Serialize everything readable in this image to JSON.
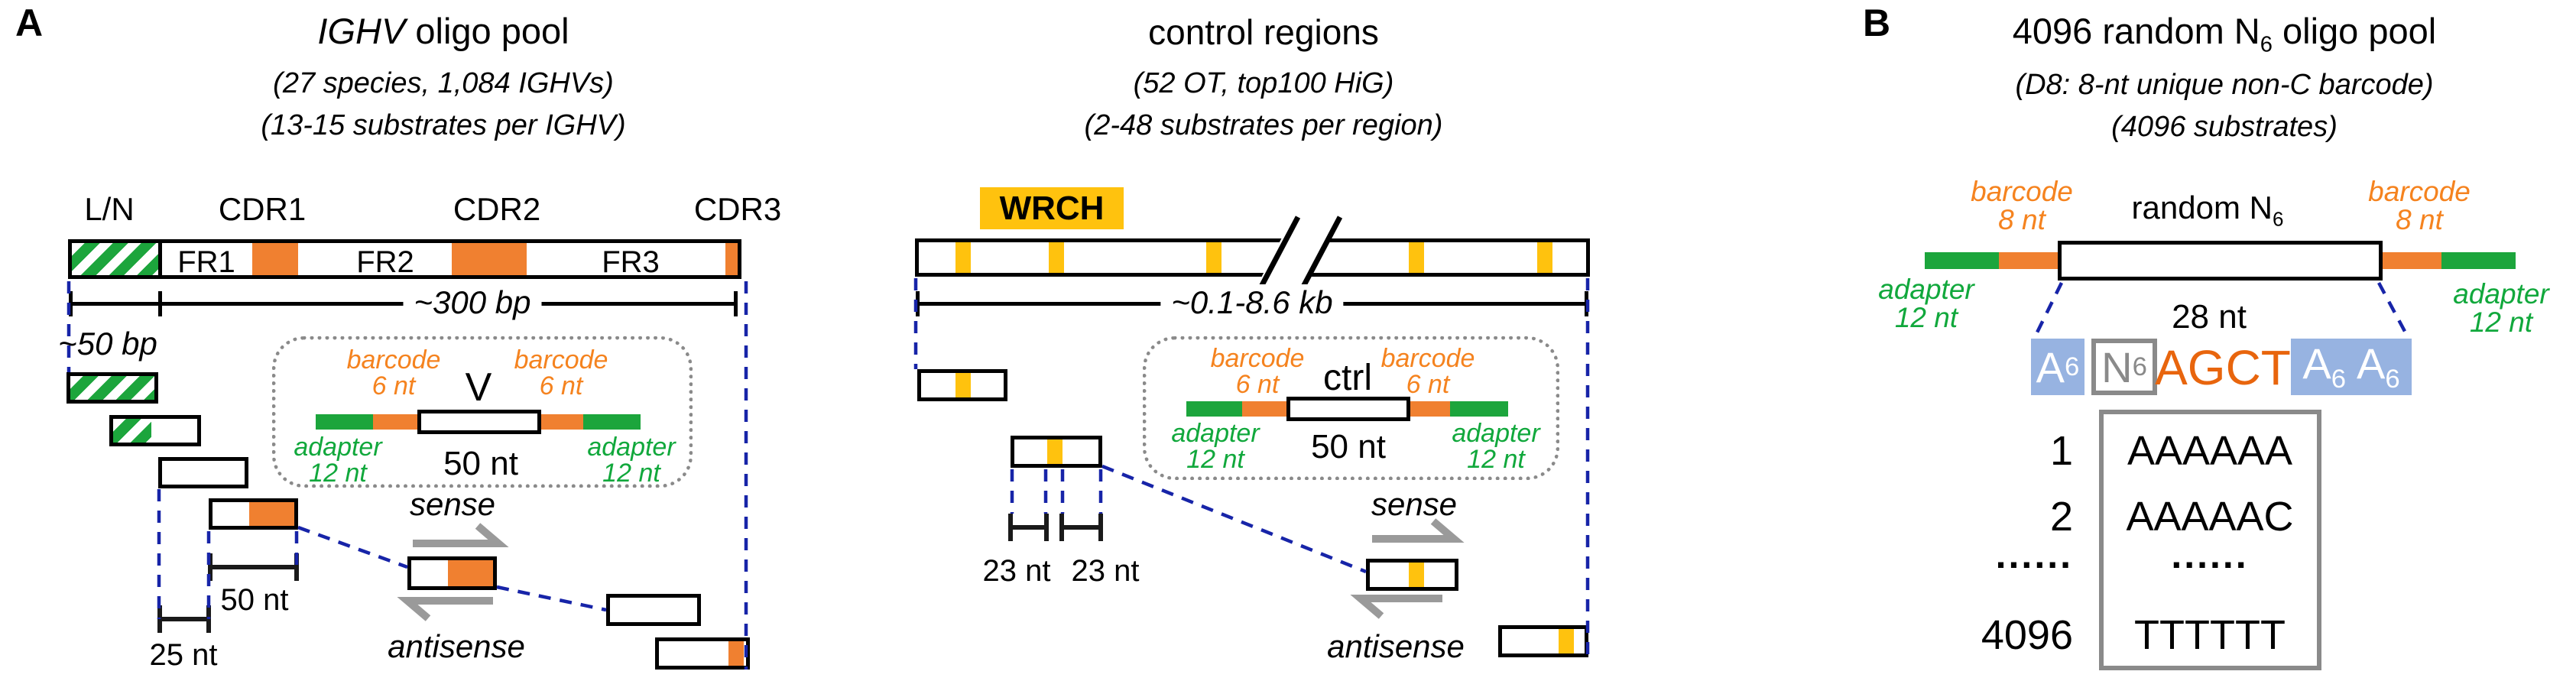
{
  "colors": {
    "orange_block": "#f08030",
    "orange_text": "#f5831f",
    "agct_orange": "#e8650d",
    "green": "#1ca53c",
    "green_text": "#11a83c",
    "gold": "#ffc20e",
    "dash_blue": "#1724a8",
    "seq_blue": "#97b3e1",
    "gray": "#8a8a8a"
  },
  "panelA": {
    "label": "A",
    "title_italic": "IGHV",
    "title_rest": " oligo pool",
    "subtitle1": "(27 species, 1,084 IGHVs)",
    "subtitle2": "(13-15 substrates per IGHV)",
    "region_labels": {
      "ln": "L/N",
      "cdr1": "CDR1",
      "cdr2": "CDR2",
      "cdr3": "CDR3"
    },
    "fr1": "FR1",
    "fr2": "FR2",
    "fr3": "FR3",
    "scale300": "~300 bp",
    "scale50": "~50 bp",
    "len50": "50 nt",
    "len25": "25 nt",
    "sense": "sense",
    "antisense": "antisense",
    "inset": {
      "barcode": "barcode",
      "barcode_len": "6 nt",
      "center": "V",
      "length": "50 nt",
      "adapter": "adapter",
      "adapter_len": "12 nt"
    }
  },
  "control": {
    "title": "control regions",
    "subtitle1": "(52 OT, top100 HiG)",
    "subtitle2": "(2-48 substrates per region)",
    "motif": "WRCH",
    "scale": "~0.1-8.6 kb",
    "len23_left": "23 nt",
    "len23_right": "23 nt",
    "sense": "sense",
    "antisense": "antisense",
    "inset": {
      "barcode": "barcode",
      "barcode_len": "6 nt",
      "center": "ctrl",
      "length": "50 nt",
      "adapter": "adapter",
      "adapter_len": "12 nt"
    }
  },
  "panelB": {
    "label": "B",
    "title_prefix": "4096 random N",
    "title_sub": "6",
    "title_suffix": " oligo pool",
    "subtitle1": "(D8: 8-nt unique non-C barcode)",
    "subtitle2": "(4096 substrates)",
    "barcode": "barcode",
    "barcode_len": "8 nt",
    "random_prefix": "random N",
    "random_sub": "6",
    "adapter": "adapter",
    "adapter_len": "12 nt",
    "box_len": "28 nt",
    "seq": {
      "a": "A",
      "sub": "6",
      "n": "N",
      "agct": "AGCT"
    },
    "table": {
      "rows": [
        {
          "idx": "1",
          "seq": "AAAAAA"
        },
        {
          "idx": "2",
          "seq": "AAAAAC"
        },
        {
          "idx": "......",
          "seq": "......"
        },
        {
          "idx": "4096",
          "seq": "TTTTTT"
        }
      ]
    }
  }
}
